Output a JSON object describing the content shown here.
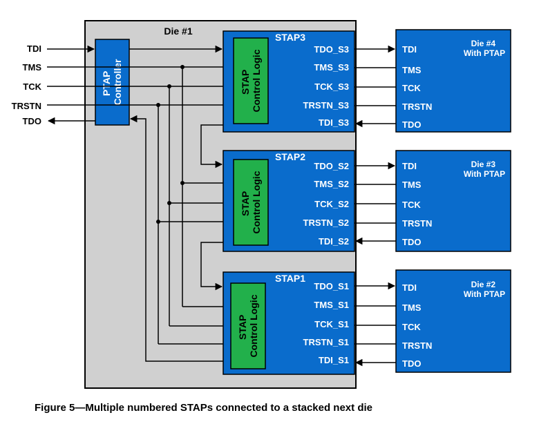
{
  "die1_label": "Die #1",
  "left_signals": [
    "TDI",
    "TMS",
    "TCK",
    "TRSTN",
    "TDO"
  ],
  "ptap_lines": [
    "PTAP",
    "Controller"
  ],
  "stap_logic_lines": [
    "STAP",
    "Control Logic"
  ],
  "staps": [
    {
      "title": "STAP3",
      "ports": [
        "TDO_S3",
        "TMS_S3",
        "TCK_S3",
        "TRSTN_S3",
        "TDI_S3"
      ]
    },
    {
      "title": "STAP2",
      "ports": [
        "TDO_S2",
        "TMS_S2",
        "TCK_S2",
        "TRSTN_S2",
        "TDI_S2"
      ]
    },
    {
      "title": "STAP1",
      "ports": [
        "TDO_S1",
        "TMS_S1",
        "TCK_S1",
        "TRSTN_S1",
        "TDI_S1"
      ]
    }
  ],
  "next_dies": [
    {
      "title": [
        "Die #4",
        "With PTAP"
      ],
      "ports": [
        "TDI",
        "TMS",
        "TCK",
        "TRSTN",
        "TDO"
      ]
    },
    {
      "title": [
        "Die #3",
        "With PTAP"
      ],
      "ports": [
        "TDI",
        "TMS",
        "TCK",
        "TRSTN",
        "TDO"
      ]
    },
    {
      "title": [
        "Die #2",
        "With PTAP"
      ],
      "ports": [
        "TDI",
        "TMS",
        "TCK",
        "TRSTN",
        "TDO"
      ]
    }
  ],
  "caption": "Figure 5—Multiple numbered STAPs connected to a stacked next die",
  "colors": {
    "die_bg": "#d0d0d0",
    "block_blue": "#0a6ccc",
    "logic_green": "#22b04b",
    "line": "#000000"
  }
}
